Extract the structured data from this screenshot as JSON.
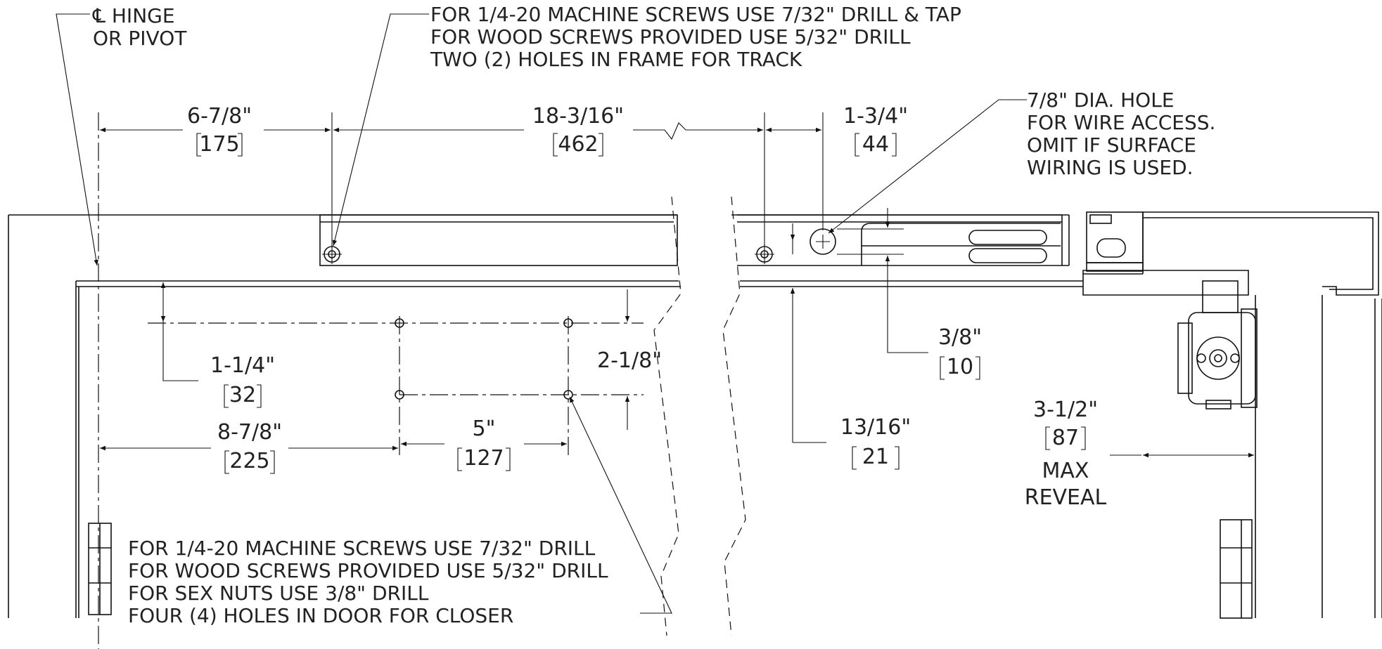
{
  "notes": {
    "hinge": [
      "℄ HINGE",
      "OR PIVOT"
    ],
    "track_holes": [
      "FOR 1/4-20 MACHINE SCREWS USE 7/32\" DRILL & TAP",
      "FOR WOOD SCREWS PROVIDED USE 5/32\" DRILL",
      "TWO (2) HOLES IN FRAME FOR TRACK"
    ],
    "wire_hole": [
      "7/8\" DIA. HOLE",
      "FOR WIRE ACCESS.",
      "OMIT IF SURFACE",
      "WIRING IS USED."
    ],
    "closer_holes": [
      "FOR 1/4-20 MACHINE SCREWS USE 7/32\" DRILL",
      "FOR WOOD SCREWS PROVIDED USE 5/32\" DRILL",
      "FOR SEX NUTS USE 3/8\" DRILL",
      "FOUR (4) HOLES IN DOOR FOR CLOSER"
    ]
  },
  "dimensions": {
    "d1": {
      "imperial": "6-7/8\"",
      "metric": "175"
    },
    "d2": {
      "imperial": "18-3/16\"",
      "metric": "462"
    },
    "d3": {
      "imperial": "1-3/4\"",
      "metric": "44"
    },
    "d4": {
      "imperial": "1-1/4\"",
      "metric": "32"
    },
    "d5": {
      "imperial": "2-1/8\""
    },
    "d6": {
      "imperial": "8-7/8\"",
      "metric": "225"
    },
    "d7": {
      "imperial": "5\"",
      "metric": "127"
    },
    "d8": {
      "imperial": "3/8\"",
      "metric": "10"
    },
    "d9": {
      "imperial": "13/16\"",
      "metric": "21"
    },
    "d10": {
      "imperial": "3-1/2\"",
      "metric": "87",
      "extra": [
        "MAX",
        "REVEAL"
      ]
    }
  }
}
